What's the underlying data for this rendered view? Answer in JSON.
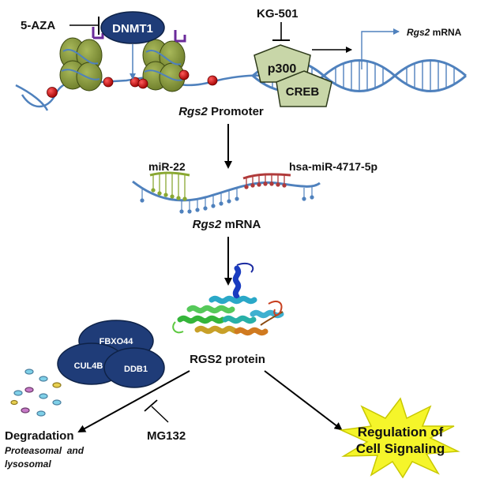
{
  "inhibitors": {
    "aza": "5-AZA",
    "kg": "KG-501",
    "mg": "MG132"
  },
  "promoter": {
    "dnmt": "DNMT1",
    "p300": "p300",
    "creb": "CREB",
    "gene_italic": "Rgs2",
    "gene_rest": " Promoter",
    "transcript_italic": "Rgs2",
    "transcript_rest": " mRNA"
  },
  "mirna": {
    "mir22": "miR-22",
    "mir4717": "hsa-miR-4717-5p",
    "mrna_italic": "Rgs2",
    "mrna_rest": " mRNA"
  },
  "protein": {
    "label": "RGS2 protein"
  },
  "ubiquitin_complex": {
    "fbxo44": "FBXO44",
    "cul4b": "CUL4B",
    "ddb1": "DDB1"
  },
  "degradation": {
    "title": "Degradation",
    "line1": "Proteasomal  and",
    "line2": "lysosomal"
  },
  "signaling": {
    "line1": "Regulation of",
    "line2": "Cell Signaling"
  },
  "colors": {
    "histone": "#8a9a3a",
    "methyl": "#cc1111",
    "acetyl_flag": "#6a2a9a",
    "dnmt_fill": "#1f3c78",
    "tf_fill": "#c8d6a8",
    "dna": "#4f81bd",
    "mir22": "#8aa832",
    "mir4717": "#b03a3a",
    "complex_fill": "#1f3c78",
    "burst_fill": "#f5f52a"
  }
}
